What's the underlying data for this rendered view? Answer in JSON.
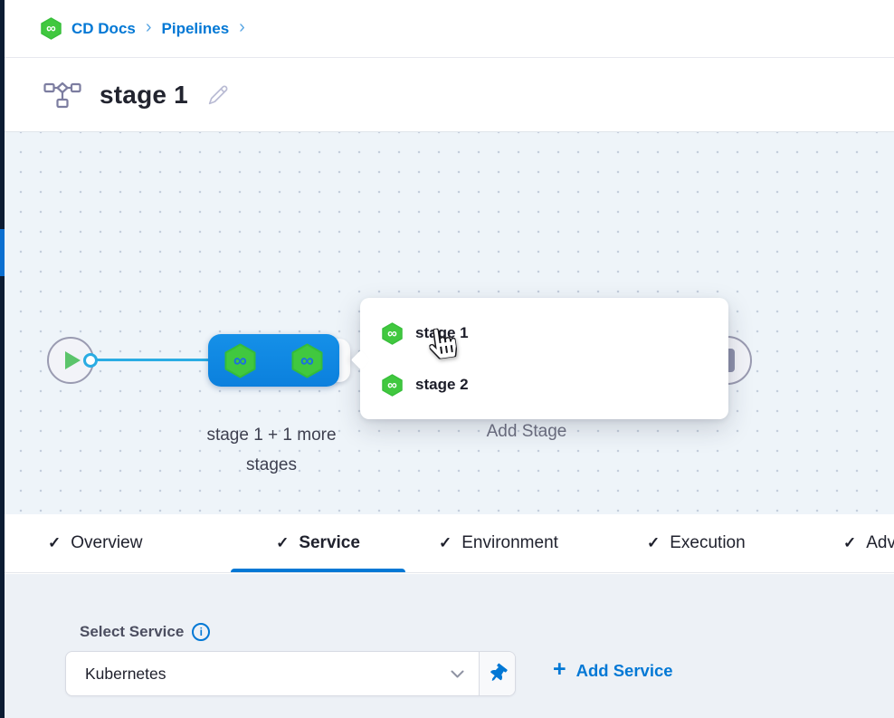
{
  "breadcrumb": {
    "items": [
      {
        "label": "CD Docs"
      },
      {
        "label": "Pipelines"
      }
    ]
  },
  "header": {
    "title": "stage 1"
  },
  "canvas": {
    "group_label": "stage 1 + 1 more stages",
    "add_stage_label": "Add Stage",
    "stage_menu": {
      "items": [
        {
          "label": "stage 1"
        },
        {
          "label": "stage 2"
        }
      ]
    }
  },
  "tabs": {
    "active": "Service",
    "items": [
      {
        "label": "Overview"
      },
      {
        "label": "Service"
      },
      {
        "label": "Environment"
      },
      {
        "label": "Execution"
      },
      {
        "label": "Advanced"
      }
    ]
  },
  "service_form": {
    "label": "Select Service",
    "selected_value": "Kubernetes",
    "add_service_label": "Add Service"
  },
  "icons": {
    "check": "✓",
    "breadcrumb_separator": "›",
    "plus": "+",
    "infinity": "∞",
    "info": "i"
  },
  "colors": {
    "accent_blue": "#0278d5",
    "node_blue": "#0e87e2",
    "edge_blue": "#2aace3",
    "harness_green": "#41c83f",
    "canvas_bg": "#eef4f9",
    "rail_dark": "#0c1c33"
  }
}
